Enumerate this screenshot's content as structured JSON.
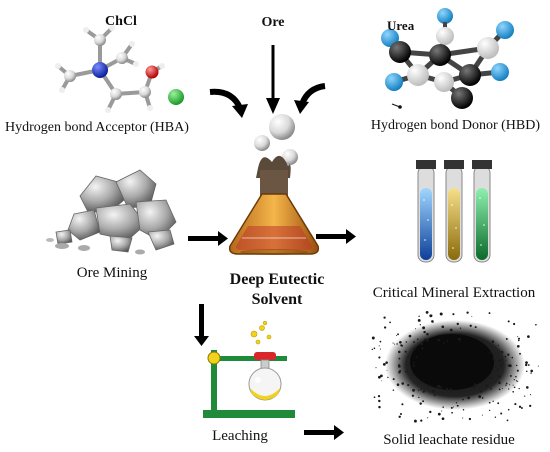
{
  "labels": {
    "chcl": "ChCl",
    "ore": "Ore",
    "urea": "Urea",
    "hba": "Hydrogen bond Acceptor (HBA)",
    "hbd": "Hydrogen bond Donor (HBD)",
    "ore_mining": "Ore Mining",
    "des_line1": "Deep Eutectic",
    "des_line2": "Solvent",
    "critical": "Critical Mineral Extraction",
    "leaching": "Leaching",
    "residue": "Solid leachate residue"
  },
  "colors": {
    "nitrogen": "#1f3cc9",
    "oxygen": "#d81e1e",
    "chloride": "#2ecc40",
    "carbon": "#7a7a7a",
    "hydrogen": "#e6e6e6",
    "urea_blue": "#2a9fd6",
    "urea_black": "#111111",
    "tube_blue": "#2266cc",
    "tube_gold": "#c9a227",
    "tube_green": "#1f9a4a",
    "stand_green": "#1f8a3a",
    "flask_yellow": "#f2d21b"
  },
  "icons": {
    "flask": "conical-flask-icon",
    "test_tubes": "test-tubes-icon",
    "lab_stand": "lab-stand-icon",
    "ore_rocks": "ore-rocks-icon",
    "residue_pile": "residue-pile-icon"
  }
}
